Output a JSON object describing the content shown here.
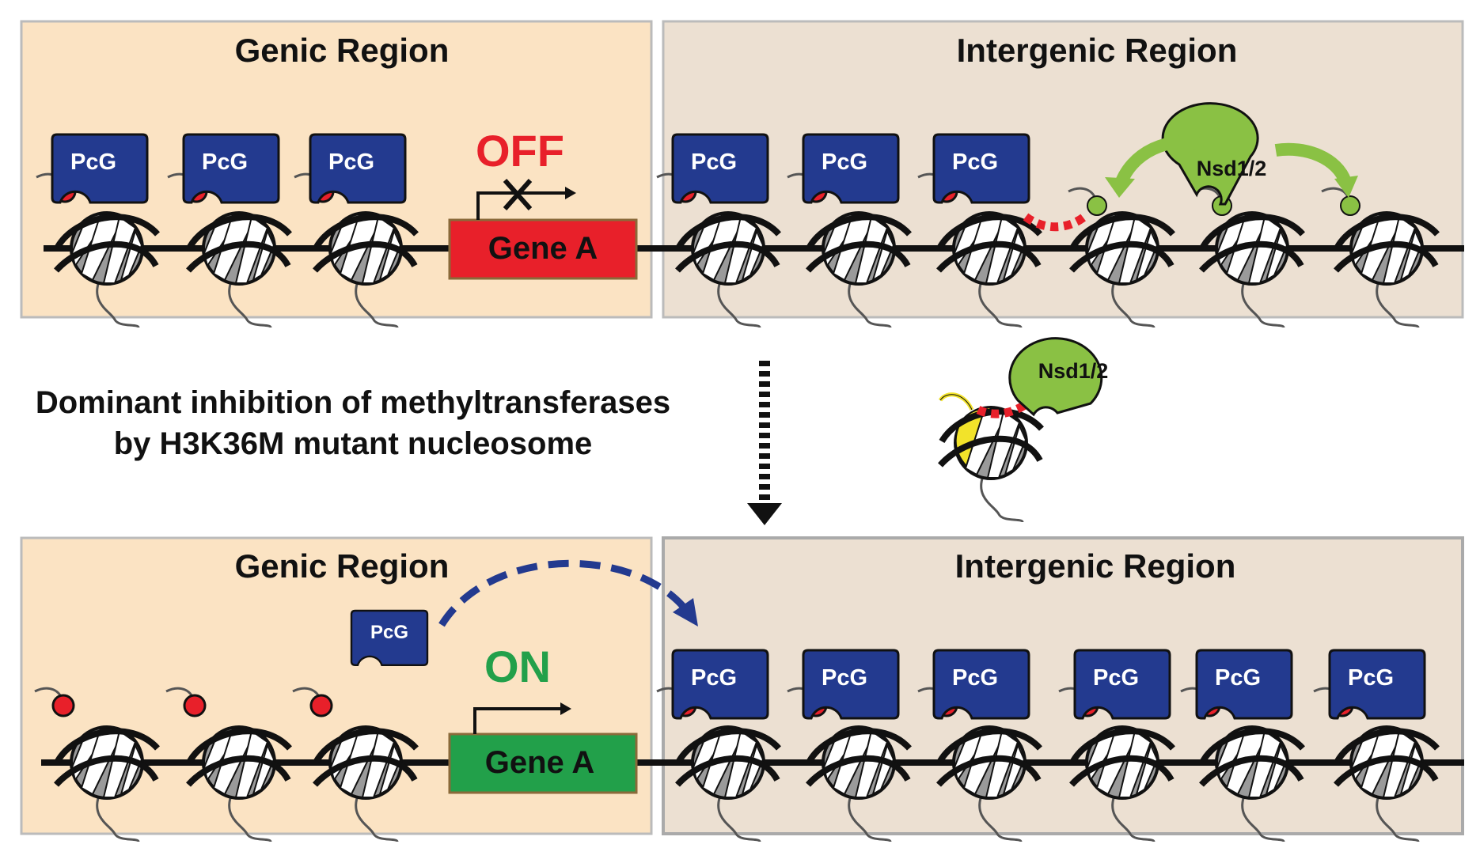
{
  "top": {
    "genic_title": "Genic Region",
    "intergenic_title": "Intergenic Region",
    "gene_label": "Gene A",
    "state": "OFF",
    "pcg_label": "PcG",
    "nsd_label": "Nsd1/2"
  },
  "middle": {
    "caption_line1": "Dominant inhibition of methyltransferases",
    "caption_line2": "by H3K36M mutant nucleosome",
    "nsd_label": "Nsd1/2"
  },
  "bottom": {
    "genic_title": "Genic Region",
    "intergenic_title": "Intergenic Region",
    "gene_label": "Gene A",
    "state": "ON",
    "pcg_label": "PcG",
    "free_pcg_label": "PcG"
  },
  "colors": {
    "genic_bg": "#fbe3c3",
    "intergenic_bg": "#ece0d2",
    "pcg_blue": "#233a8f",
    "nsd_green": "#8ac144",
    "gene_off": "#e8202a",
    "gene_on": "#22a04a",
    "k27_mark_red": "#e8202a",
    "k36_mark_green": "#8ac144",
    "mutant_yellow": "#f2e32a"
  }
}
